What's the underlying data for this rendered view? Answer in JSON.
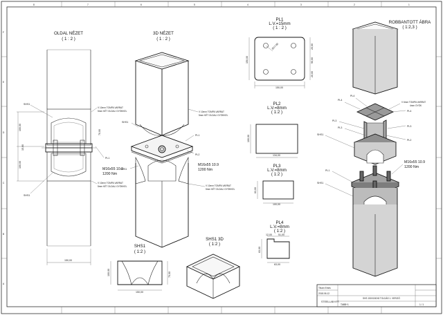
{
  "views": {
    "side": {
      "title": "OLDAL NÉZET",
      "scale": "( 1 : 2 )"
    },
    "iso": {
      "title": "3D NÉZET",
      "scale": "( 1 : 2 )"
    },
    "pl1": {
      "title": "PL1",
      "thickness": "L.V.=15mm",
      "scale": "( 1 : 2 )"
    },
    "exploded": {
      "title": "ROBBANTOTT ÁBRA",
      "scale": "( 1:2,3 )"
    },
    "pl2": {
      "title": "PL2",
      "thickness": "L.V.=8mm",
      "scale": "( 1:2 )"
    },
    "pl3": {
      "title": "PL3",
      "thickness": "L.V.=8mm",
      "scale": "( 1:2 )"
    },
    "pl4": {
      "title": "PL4",
      "thickness": "L.V.=8mm",
      "scale": "( 1:2 )"
    },
    "shs1": {
      "title": "SHS1",
      "scale": "( 1:2 )"
    },
    "shs1_3d": {
      "title": "SHS1 3D",
      "scale": "( 1:2 )"
    }
  },
  "callouts": {
    "shs1": "SHS1",
    "pl1": "PL1",
    "pl2": "PL2",
    "pl3": "PL3",
    "pl4": "PL4",
    "bolt": "M16x55  10.9",
    "torque": "1200 Nm",
    "weld_a": "V 10mm TOMPA VARRAT",
    "weld_b": "5mm KÉT OLDALI GYÖKKEL",
    "weld_c": "V 6mm TOMPA VARRAT",
    "weld_d": "4mm GYÖK"
  },
  "dimensions": {
    "side_width": "150,00",
    "side_h1": "100,00",
    "side_h2": "100,00",
    "side_gap": "15,00",
    "side_mid": "70,00",
    "pl1_w": "150,00",
    "pl1_h": "150,00",
    "pl1_hole": "Ø17,00",
    "pl1_e1": "20,00",
    "pl1_e2": "90,00",
    "pl1_e3": "20,00",
    "pl2_w": "134,00",
    "pl2_h": "100,00",
    "pl3_w": "100,00",
    "pl3_h": "63,00",
    "pl4_w": "63,00",
    "pl4_h": "63,00",
    "pl4_a": "12,00",
    "pl4_b": "51,00",
    "shs1_w": "150,00",
    "shs1_h": "100,00"
  },
  "title_block": {
    "company": "STEELLAB KFT.",
    "subject": "SHS 150X150X8 TOLDÁS 1. VERZIÓ",
    "sheet": "TABB+1",
    "drawn_by": "Tiham Emes",
    "date": "2018.06.12.",
    "scale_label": "1 / 1"
  },
  "border_refs": {
    "cols": [
      "8",
      "7",
      "6",
      "5",
      "4",
      "3",
      "2",
      "1"
    ],
    "rows": [
      "F",
      "E",
      "D",
      "C",
      "B",
      "A"
    ]
  }
}
